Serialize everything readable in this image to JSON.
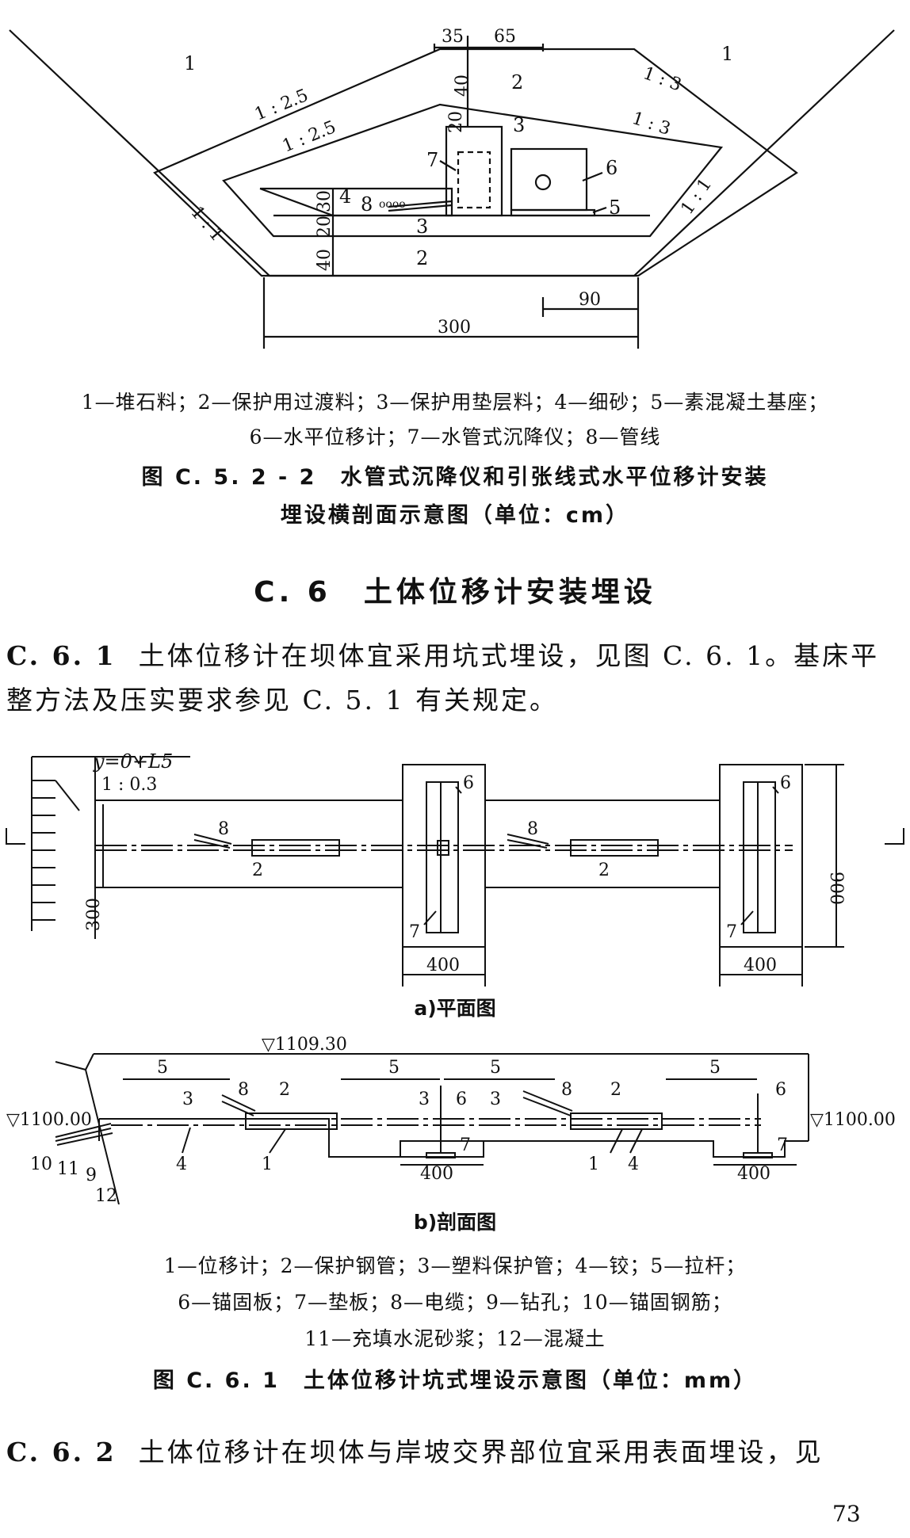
{
  "fig1": {
    "dims": {
      "d35": "35",
      "d65": "65",
      "d40top": "40",
      "d20top": "20",
      "d30": "30",
      "d20": "20",
      "d40": "40",
      "d90": "90",
      "d300": "300"
    },
    "numbers": {
      "n1a": "1",
      "n1b": "1",
      "n2a": "2",
      "n2b": "2",
      "n3a": "3",
      "n3b": "3",
      "n4": "4",
      "n5": "5",
      "n6": "6",
      "n7": "7",
      "n8": "8"
    },
    "slopes": {
      "s1": "1 : 2.5",
      "s2": "1 : 2.5",
      "s3": "1 : 3",
      "s4": "1 : 3",
      "s5": "1 : 1",
      "s6": "1 : 1"
    },
    "legend_line1": "1—堆石料；2—保护用过渡料；3—保护用垫层料；4—细砂；5—素混凝土基座；",
    "legend_line2": "6—水平位移计；7—水管式沉降仪；8—管线",
    "caption_line1": "图 C. 5. 2 - 2　水管式沉降仪和引张线式水平位移计安装",
    "caption_line2": "埋设横剖面示意图（单位：cm）"
  },
  "section_heading": "C. 6　土体位移计安装埋设",
  "para1": {
    "num": "C. 6. 1",
    "text": "土体位移计在坝体宜采用坑式埋设，见图 C. 6. 1。基床平整方法及压实要求参见 C. 5. 1 有关规定。"
  },
  "fig2": {
    "plan": {
      "eq": "y=0+L5",
      "slope": "1 : 0.3",
      "d300": "300",
      "d900": "900",
      "d400a": "400",
      "d400b": "400",
      "n6a": "6",
      "n6b": "6",
      "n8a": "8",
      "n8b": "8",
      "n2a": "2",
      "n2b": "2",
      "n7a": "7",
      "n7b": "7"
    },
    "plan_label": "a)平面图",
    "section": {
      "elev_top": "▽1109.30",
      "elev_left": "▽1100.00",
      "elev_right": "▽1100.00",
      "d5a": "5",
      "d5b": "5",
      "d5c": "5",
      "d5d": "5",
      "d400a": "400",
      "d400b": "400",
      "n3a": "3",
      "n3b": "3",
      "n3c": "3",
      "n8a": "8",
      "n8b": "8",
      "n2a": "2",
      "n2b": "2",
      "n6a": "6",
      "n6b": "6",
      "n4a": "4",
      "n4b": "4",
      "n1a": "1",
      "n1b": "1",
      "n7a": "7",
      "n7b": "7",
      "n10": "10",
      "n11": "11",
      "n9": "9",
      "n12": "12"
    },
    "section_label": "b)剖面图",
    "legend_line1": "1—位移计；2—保护钢管；3—塑料保护管；4—铰；5—拉杆；",
    "legend_line2": "6—锚固板；7—垫板；8—电缆；9—钻孔；10—锚固钢筋；",
    "legend_line3": "11—充填水泥砂浆；12—混凝土",
    "caption": "图 C. 6. 1　土体位移计坑式埋设示意图（单位：mm）"
  },
  "para2": {
    "num": "C. 6. 2",
    "text": "土体位移计在坝体与岸坡交界部位宜采用表面埋设，见"
  },
  "page_number": "73"
}
